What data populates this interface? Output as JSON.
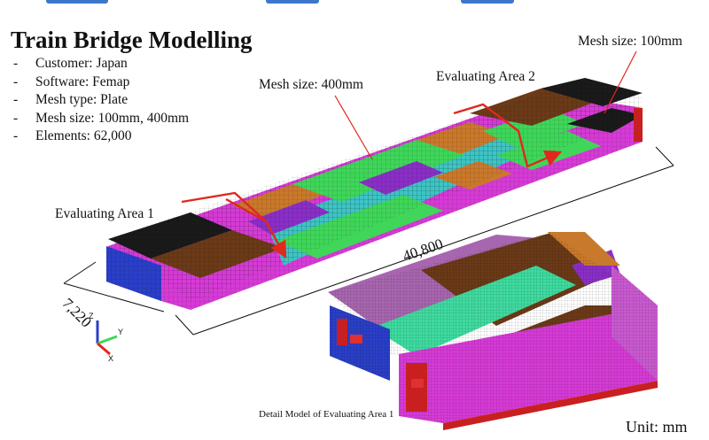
{
  "title": "Train Bridge Modelling",
  "specs": [
    "Customer: Japan",
    "Software: Femap",
    "Mesh type: Plate",
    "Mesh size: 100mm, 400mm",
    "Elements: 62,000"
  ],
  "annotations": {
    "mesh_400": "Mesh size: 400mm",
    "mesh_100": "Mesh size: 100mm",
    "area_1": "Evaluating Area 1",
    "area_2": "Evaluating Area 2"
  },
  "dimensions": {
    "length": "40,800",
    "width": "7,220"
  },
  "axes": {
    "z": "Z",
    "y": "Y",
    "x": "X"
  },
  "detail_caption": "Detail Model of Evaluating Area 1",
  "unit_label": "Unit: mm",
  "colors": {
    "black": "#1a1a1a",
    "brown": "#6b3a18",
    "orange": "#c9792c",
    "green": "#3fd65a",
    "cyan": "#3ec4c4",
    "purple": "#8a2fc6",
    "magenta": "#d63bd6",
    "deck": "#a866b0",
    "red_arrow": "#e0281f",
    "mint": "#3fdba0",
    "blue": "#2a3fc8",
    "red": "#c82020"
  }
}
